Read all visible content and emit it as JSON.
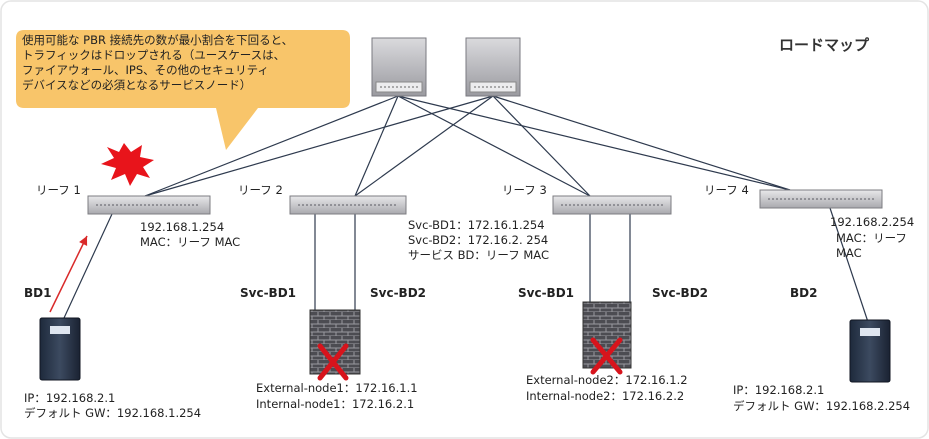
{
  "title": "ロードマップ",
  "callout_lines": [
    "使用可能な PBR 接続先の数が最小割合を下回ると、",
    "トラフィックはドロップされる（ユースケースは、",
    "ファイアウォール、IPS、その他のセキュリティ",
    "デバイスなどの必須となるサービスノード）"
  ],
  "leaves": [
    "リーフ 1",
    "リーフ 2",
    "リーフ 3",
    "リーフ 4"
  ],
  "leaf1_info": [
    "192.168.1.254",
    "MAC：リーフ MAC"
  ],
  "leaf3_info": [
    "Svc-BD1：172.16.1.254",
    "Svc-BD2：172.16.2. 254",
    "サービス BD：リーフ MAC"
  ],
  "leaf4_info": [
    "192.168.2.254",
    "MAC：リーフ",
    "MAC"
  ],
  "bd_labels": [
    "BD1",
    "Svc-BD1",
    "Svc-BD2",
    "Svc-BD1",
    "Svc-BD2",
    "BD2"
  ],
  "fw1_info": [
    "External-node1：172.16.1.1",
    "Internal-node1：172.16.2.1"
  ],
  "fw2_info": [
    "External-node2：172.16.1.2",
    "Internal-node2：172.16.2.2"
  ],
  "host1_info": [
    "IP：192.168.2.1",
    "デフォルト GW：192.168.1.254"
  ],
  "host2_info": [
    "IP：192.168.2.1",
    "デフォルト GW：192.168.2.254"
  ],
  "colors": {
    "callout": "#f8c56a",
    "explosion": "#e8141b",
    "cross": "#d7141c",
    "arrow": "#d92a2a"
  }
}
